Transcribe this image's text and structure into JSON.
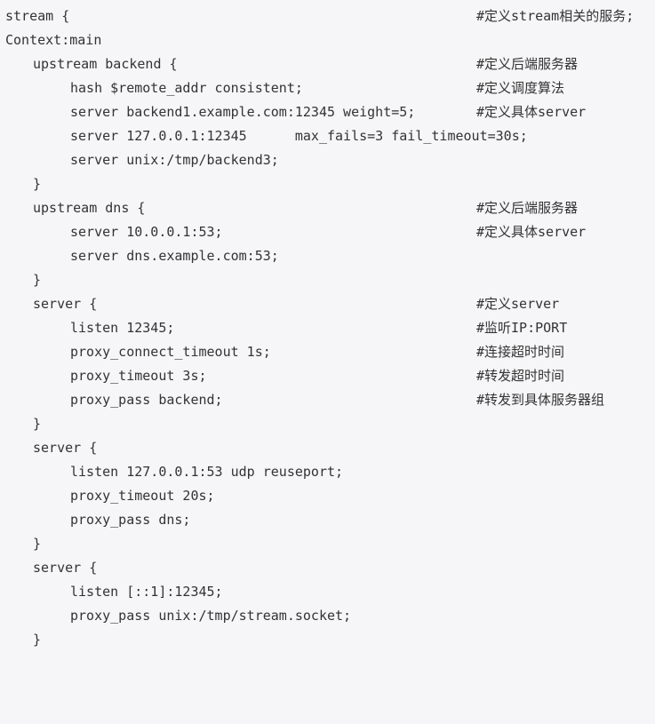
{
  "code": {
    "lines": [
      {
        "code": "stream {",
        "comment": "#定义stream相关的服务;"
      },
      {
        "code": "Context:main",
        "comment": ""
      },
      {
        "code": "upstream backend {",
        "comment": "#定义后端服务器"
      },
      {
        "code": "hash $remote_addr consistent;",
        "comment": "#定义调度算法"
      },
      {
        "code": "server backend1.example.com:12345 weight=5;",
        "comment": "#定义具体server"
      },
      {
        "code": "server 127.0.0.1:12345      max_fails=3 fail_timeout=30s;",
        "comment": ""
      },
      {
        "code": "server unix:/tmp/backend3;",
        "comment": ""
      },
      {
        "code": "}",
        "comment": ""
      },
      {
        "code": "upstream dns {",
        "comment": "#定义后端服务器"
      },
      {
        "code": "server 10.0.0.1:53;",
        "comment": "#定义具体server"
      },
      {
        "code": "server dns.example.com:53;",
        "comment": ""
      },
      {
        "code": "}",
        "comment": ""
      },
      {
        "code": "server {",
        "comment": "#定义server"
      },
      {
        "code": "listen 12345;",
        "comment": "#监听IP:PORT"
      },
      {
        "code": "proxy_connect_timeout 1s;",
        "comment": "#连接超时时间"
      },
      {
        "code": "proxy_timeout 3s;",
        "comment": "#转发超时时间"
      },
      {
        "code": "proxy_pass backend;",
        "comment": "#转发到具体服务器组"
      },
      {
        "code": "}",
        "comment": ""
      },
      {
        "code": "server {",
        "comment": ""
      },
      {
        "code": "listen 127.0.0.1:53 udp reuseport;",
        "comment": ""
      },
      {
        "code": "proxy_timeout 20s;",
        "comment": ""
      },
      {
        "code": "proxy_pass dns;",
        "comment": ""
      },
      {
        "code": "}",
        "comment": ""
      },
      {
        "code": "server {",
        "comment": ""
      },
      {
        "code": "listen [::1]:12345;",
        "comment": ""
      },
      {
        "code": "proxy_pass unix:/tmp/stream.socket;",
        "comment": ""
      },
      {
        "code": "}",
        "comment": ""
      }
    ]
  }
}
